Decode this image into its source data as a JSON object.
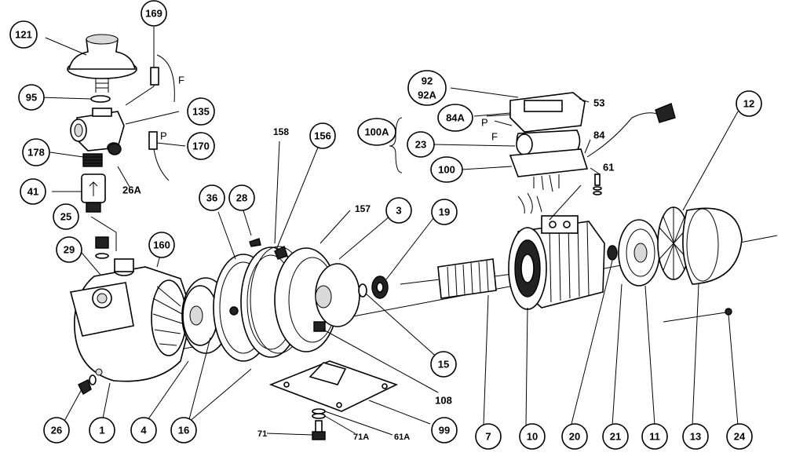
{
  "callouts": {
    "c121": "121",
    "c169": "169",
    "c95": "95",
    "c135": "135",
    "c178": "178",
    "c170": "170",
    "c41": "41",
    "c25": "25",
    "c29": "29",
    "c160": "160",
    "c26": "26",
    "c1": "1",
    "c4": "4",
    "c16": "16",
    "c36": "36",
    "c28": "28",
    "c158": "158",
    "c156": "156",
    "c157": "157",
    "c3": "3",
    "c19": "19",
    "c15": "15",
    "c108": "108",
    "c99": "99",
    "c7": "7",
    "c10": "10",
    "c20": "20",
    "c21": "21",
    "c11": "11",
    "c13": "13",
    "c24": "24",
    "c12": "12",
    "c9292a": [
      "92",
      "92A"
    ],
    "c84a": "84A",
    "c100a": "100A",
    "c23": "23",
    "c100": "100"
  },
  "labels": {
    "l26a": "26A",
    "l53": "53",
    "l84": "84",
    "l61": "61",
    "l71": "71",
    "l71a": "71A",
    "l61a": "61A",
    "lF1": "F",
    "lP1": "P",
    "lF2": "F",
    "lP2": "P"
  }
}
